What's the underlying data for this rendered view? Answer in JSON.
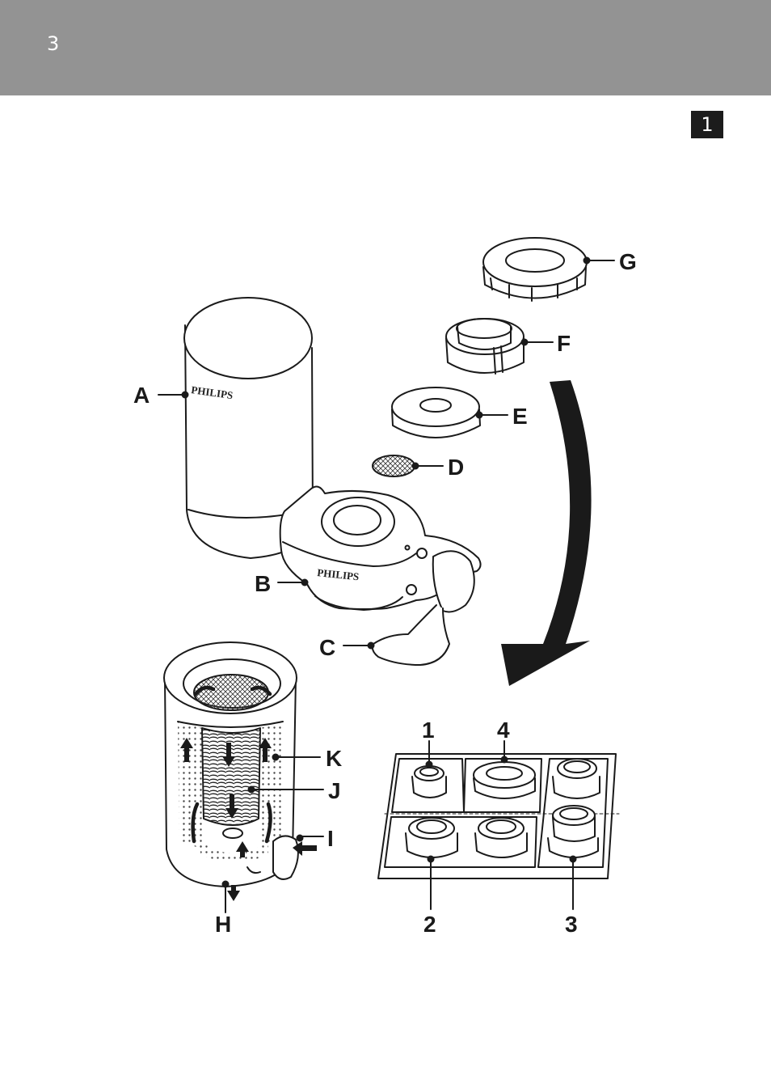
{
  "header": {
    "page_number": "3",
    "figure_number": "1"
  },
  "brand_text": "PHILIPS",
  "parts": {
    "A": "A",
    "B": "B",
    "C": "C",
    "D": "D",
    "E": "E",
    "F": "F",
    "G": "G",
    "H": "H",
    "I": "I",
    "J": "J",
    "K": "K"
  },
  "adapters": {
    "n1": "1",
    "n2": "2",
    "n3": "3",
    "n4": "4"
  },
  "colors": {
    "header_bar": "#939393",
    "badge": "#1c1c1c",
    "ink": "#1a1a1a"
  },
  "icons": [
    "curved-arrow-icon",
    "flow-arrow-icon"
  ]
}
